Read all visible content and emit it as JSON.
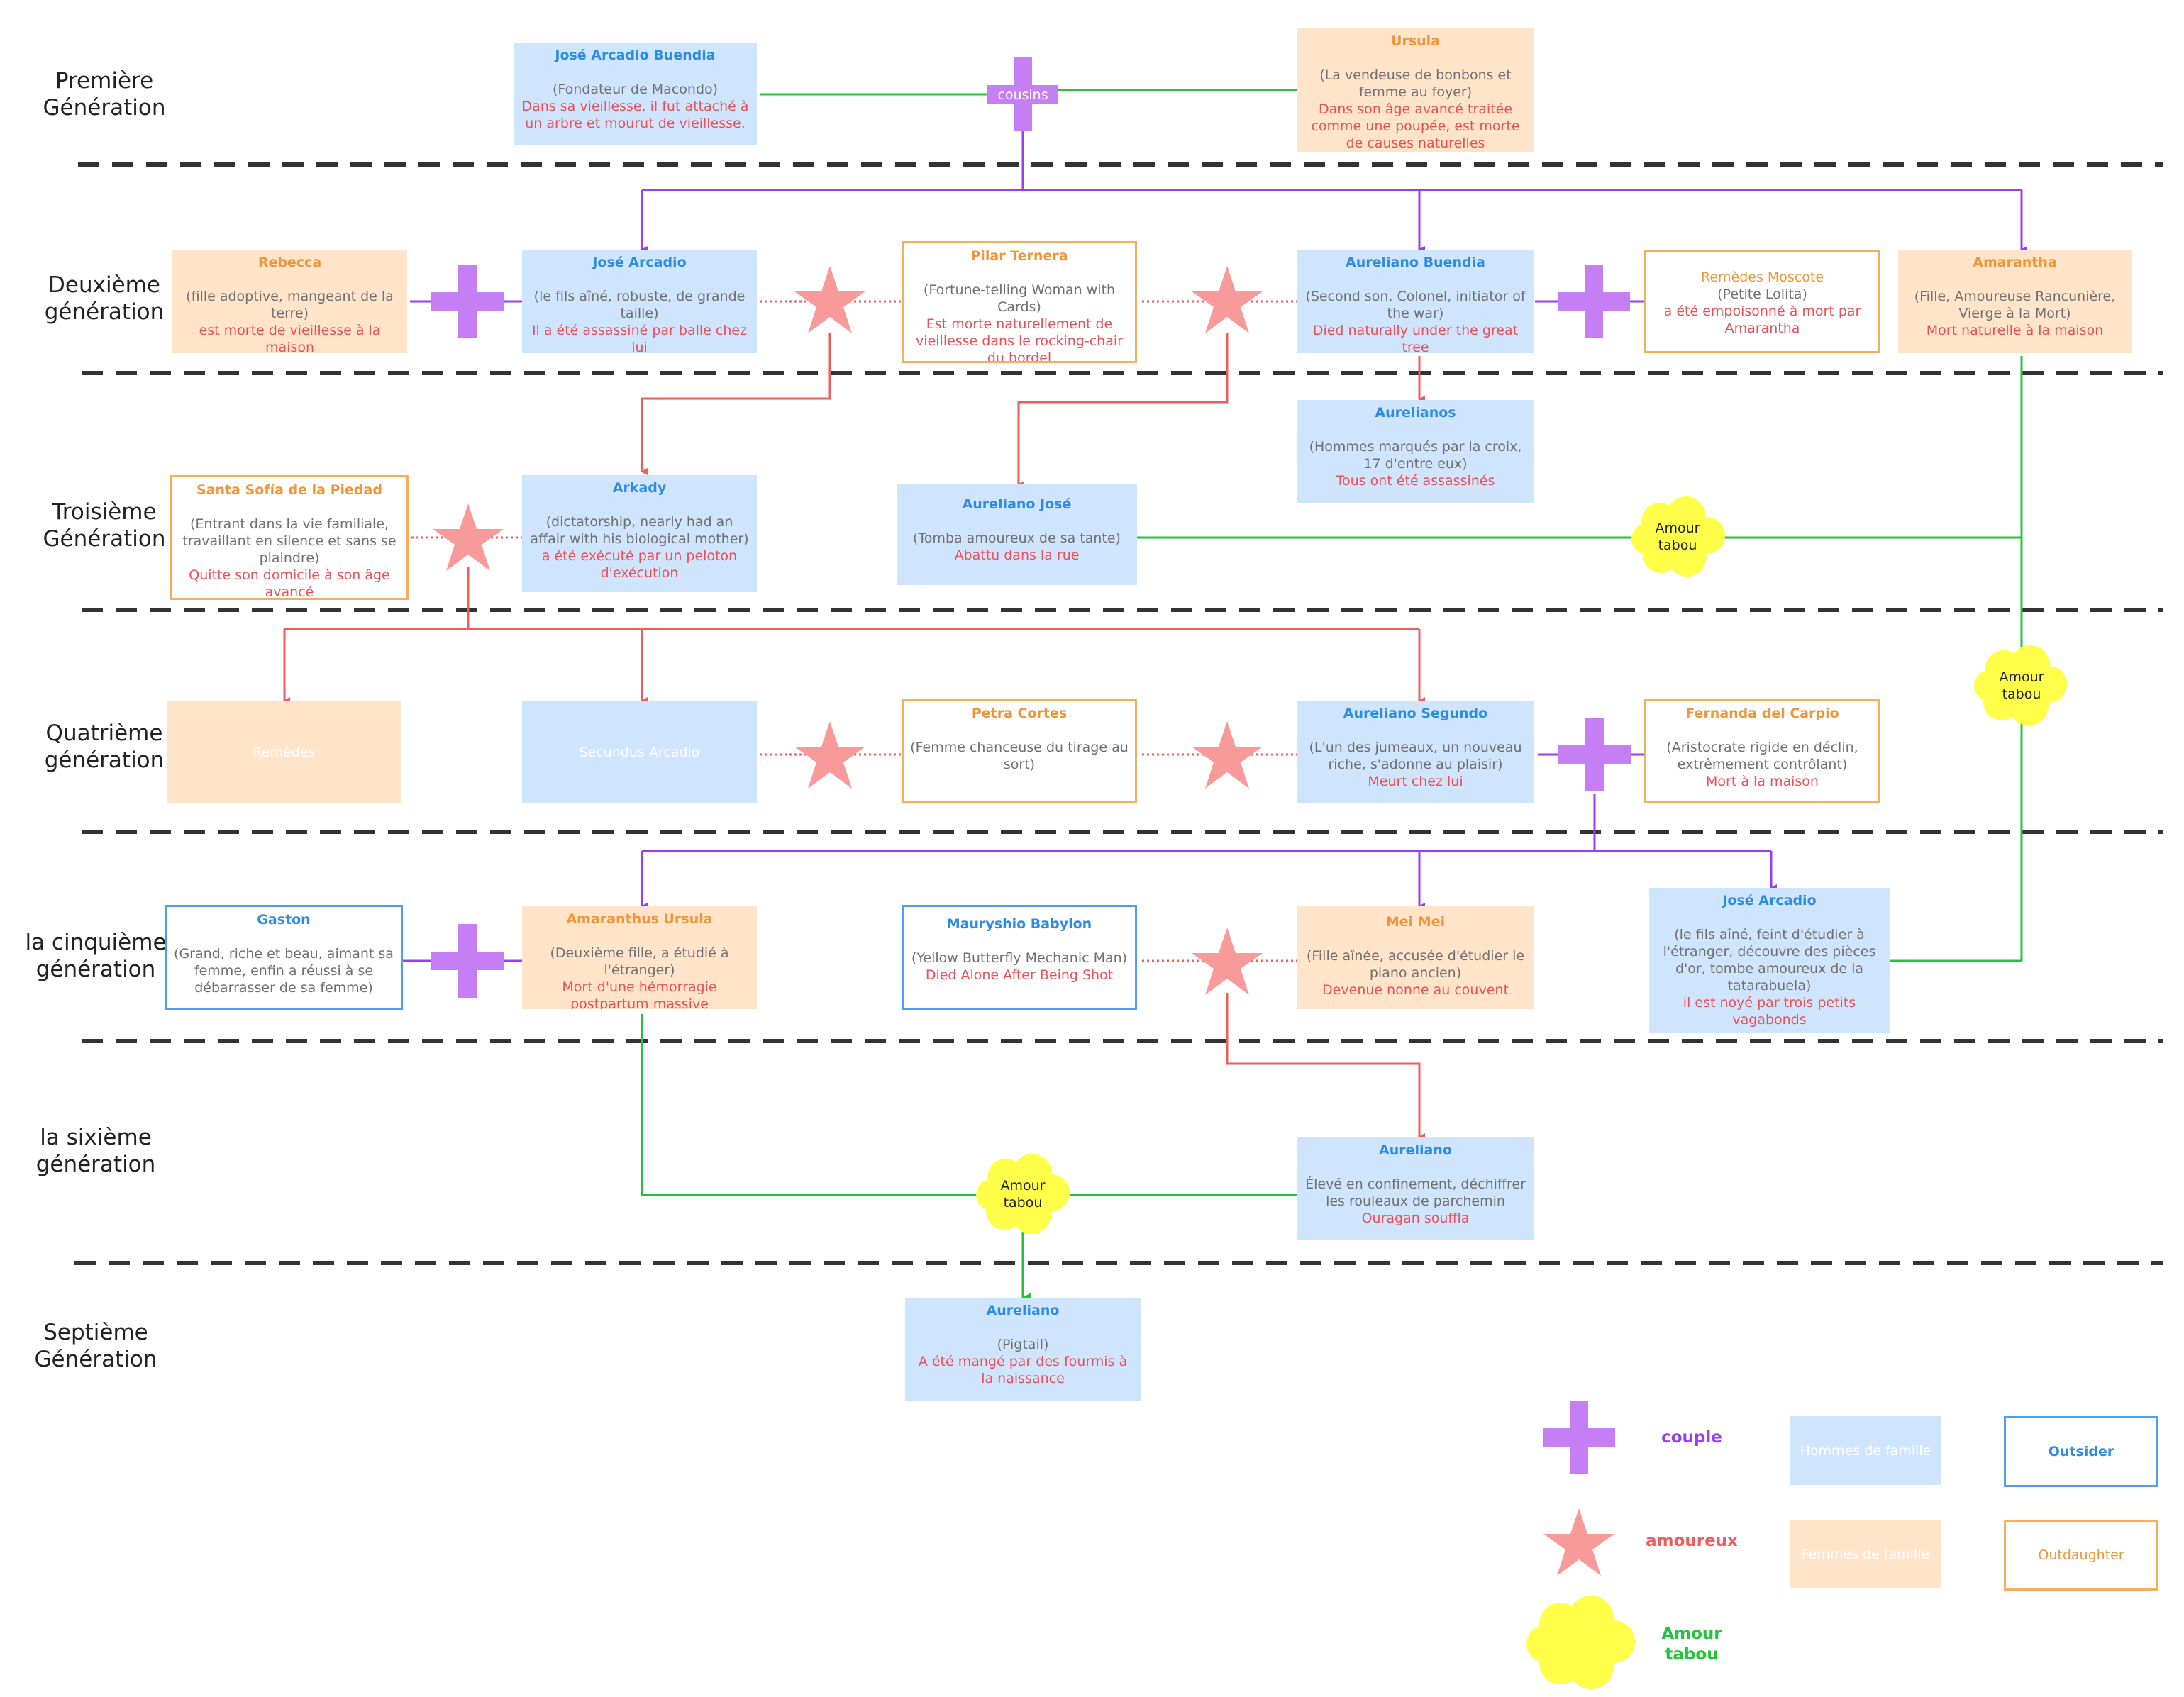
{
  "generations": [
    {
      "label": "Première Génération"
    },
    {
      "label": "Deuxième génération"
    },
    {
      "label": "Troisième Génération"
    },
    {
      "label": "Quatrième génération"
    },
    {
      "label": "la cinquième génération"
    },
    {
      "label": "la sixième génération"
    },
    {
      "label": "Septième Génération"
    }
  ],
  "people": {
    "jose_arcadio_buendia": {
      "name": "José Arcadio Buendia",
      "desc": "(Fondateur de Macondo)",
      "fate": "Dans sa vieillesse, il fut attaché à un arbre et mourut de vieillesse."
    },
    "ursula": {
      "name": "Ursula",
      "desc": "(La vendeuse de bonbons et femme au foyer)",
      "fate": "Dans son âge avancé traitée comme une poupée, est morte de causes naturelles"
    },
    "rebecca": {
      "name": "Rebecca",
      "desc": "(fille adoptive, mangeant de la terre)",
      "fate": "est morte de vieillesse à la maison"
    },
    "jose_arcadio_2": {
      "name": "José Arcadio",
      "desc": "(le fils aîné, robuste, de grande taille)",
      "fate": "Il a été assassiné par balle chez lui"
    },
    "pilar_ternera": {
      "name": "Pilar Ternera",
      "desc": "(Fortune-telling Woman with Cards)",
      "fate": "Est morte naturellement de vieillesse dans le rocking-chair du bordel"
    },
    "aureliano_buendia": {
      "name": "Aureliano Buendia",
      "desc": "(Second son, Colonel, initiator of the war)",
      "fate": "Died naturally under the great tree"
    },
    "remedes_moscote": {
      "name": "Remèdes Moscote",
      "desc": "(Petite Lolita)",
      "fate": "a été empoisonné à mort par Amarantha"
    },
    "amarantha": {
      "name": "Amarantha",
      "desc": "(Fille, Amoureuse Rancunière, Vierge à la Mort)",
      "fate": "Mort naturelle à la maison"
    },
    "aurelianos": {
      "name": "Aurelianos",
      "desc": "(Hommes marqués par la croix, 17 d'entre eux)",
      "fate": "Tous ont été assassinés"
    },
    "santa_sofia": {
      "name": "Santa Sofía de la Piedad",
      "desc": "(Entrant dans la vie familiale, travaillant en silence et sans se plaindre)",
      "fate": "Quitte son domicile à son âge avancé"
    },
    "arkady": {
      "name": "Arkady",
      "desc": "(dictatorship, nearly had an affair with his biological mother)",
      "fate": "a été exécuté par un peloton d'exécution"
    },
    "aureliano_jose": {
      "name": "Aureliano José",
      "desc": "(Tomba amoureux de sa tante)",
      "fate": "Abattu dans la rue"
    },
    "remedes": {
      "name": "Remèdes"
    },
    "secundus_arcadio": {
      "name": "Secundus Arcadio"
    },
    "petra_cortes": {
      "name": "Petra Cortes",
      "desc": "(Femme chanceuse du tirage au sort)"
    },
    "aureliano_segundo": {
      "name": "Aureliano Segundo",
      "desc": "(L'un des jumeaux, un nouveau riche, s'adonne au plaisir)",
      "fate": "Meurt chez lui"
    },
    "fernanda": {
      "name": "Fernanda del Carpio",
      "desc": "(Aristocrate rigide en déclin, extrêmement contrôlant)",
      "fate": "Mort à la maison"
    },
    "gaston": {
      "name": "Gaston",
      "desc": "(Grand, riche et beau, aimant sa femme, enfin a réussi à se débarrasser de sa femme)"
    },
    "amaranthus_ursula": {
      "name": "Amaranthus Ursula",
      "desc": "(Deuxième fille, a étudié à l'étranger)",
      "fate": "Mort d'une hémorragie postpartum massive"
    },
    "mauryshio": {
      "name": "Mauryshio Babylon",
      "desc": "(Yellow Butterfly Mechanic Man)",
      "fate": "Died Alone After Being Shot"
    },
    "mei_mei": {
      "name": "Mei Mei",
      "desc": "(Fille aînée, accusée d'étudier le piano ancien)",
      "fate": "Devenue nonne au couvent"
    },
    "jose_arcadio_5": {
      "name": "José Arcadio",
      "desc": "(le fils aîné, feint d'étudier à l'étranger, découvre des pièces d'or, tombe amoureux de la tatarabuela)",
      "fate": "il est noyé par trois petits vagabonds"
    },
    "aureliano_6": {
      "name": "Aureliano",
      "desc": "Élevé en confinement, déchiffrer les rouleaux de parchemin",
      "fate": "Ouragan souffla"
    },
    "aureliano_7": {
      "name": "Aureliano",
      "desc": "(Pigtail)",
      "fate": "A été mangé par des fourmis à la naissance"
    }
  },
  "markers": {
    "cousins_label": "cousins",
    "taboo_label": "Amour tabou"
  },
  "legend": {
    "couple": "couple",
    "lovers": "amoureux",
    "taboo": "Amour tabou",
    "family_men": "Hommes de famille",
    "family_women": "Femmes de famille",
    "outsider": "Outsider",
    "outdaughter": "Outdaughter"
  },
  "colors": {
    "couple": "#c67ef5",
    "couple_line": "#9b3df0",
    "lovers": "#f99a9a",
    "lovers_line": "#ef5d5d",
    "taboo": "#ffff4a",
    "taboo_line": "#22c53a",
    "man_fill": "#cfe5fd",
    "woman_fill": "#ffe4c9",
    "outsider_border": "#4ea0ee",
    "outdaughter_border": "#f6ad5c",
    "separator": "#333333"
  }
}
